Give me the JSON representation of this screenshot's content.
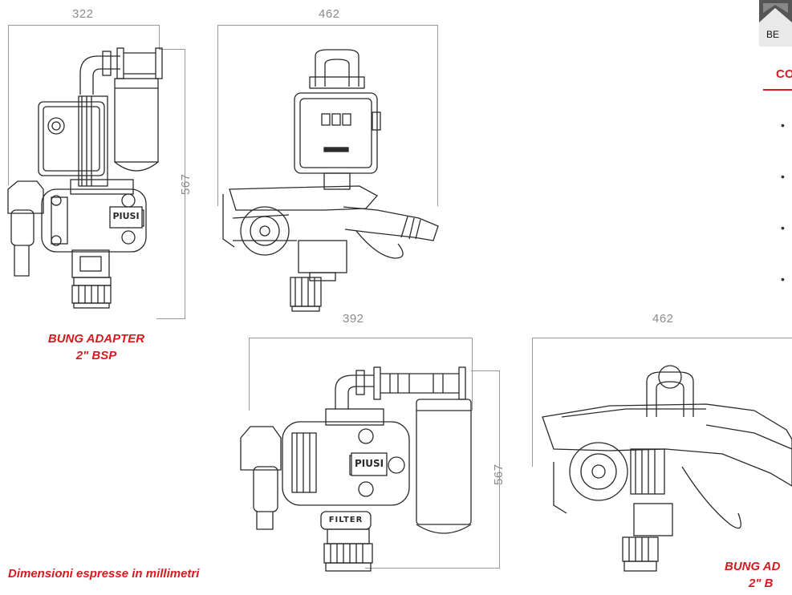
{
  "dimensions": {
    "d1_width": "322",
    "d1_height": "567",
    "d2_width": "462",
    "d3_width": "392",
    "d3_height": "567",
    "d4_width": "462"
  },
  "captions": {
    "top_left_line1": "BUNG ADAPTER",
    "top_left_line2": "2\" BSP",
    "bottom_right_line1": "BUNG AD",
    "bottom_right_line2": "2\" B"
  },
  "footnote": "Dimensioni espresse in millimetri",
  "sidebar": {
    "thumb_label": "BE",
    "section_title": "CO",
    "bullets": [
      "•",
      "•",
      "•",
      "•"
    ]
  },
  "drawing_labels": {
    "brand": "PIUSI",
    "filter": "FILTER"
  },
  "colors": {
    "accent": "#d71920",
    "dimension_line": "#9a9a9a",
    "drawing_stroke": "#2a2a2a"
  }
}
